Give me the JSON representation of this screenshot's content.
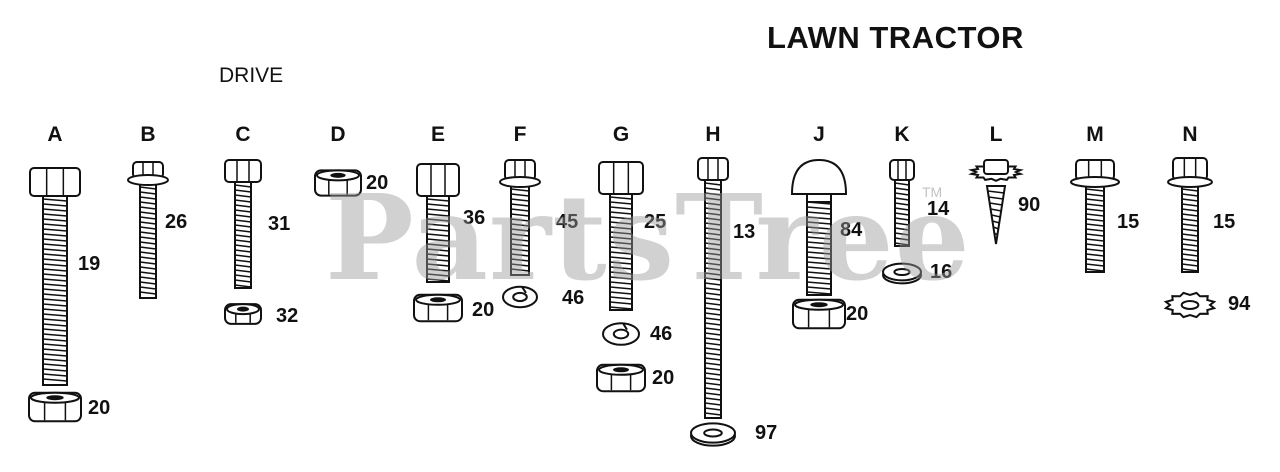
{
  "title": "LAWN TRACTOR",
  "subtitle": "DRIVE",
  "watermark": "PartsTree",
  "watermark_mark": "TM",
  "columns": [
    {
      "letter": "A",
      "parts": [
        {
          "type": "hex-bolt",
          "number": "19"
        },
        {
          "type": "nut",
          "number": "20"
        }
      ]
    },
    {
      "letter": "B",
      "parts": [
        {
          "type": "flange-bolt",
          "number": "26"
        }
      ]
    },
    {
      "letter": "C",
      "parts": [
        {
          "type": "hex-bolt",
          "number": "31"
        },
        {
          "type": "nut",
          "number": "32"
        }
      ]
    },
    {
      "letter": "D",
      "parts": [
        {
          "type": "nut",
          "number": "20"
        }
      ]
    },
    {
      "letter": "E",
      "parts": [
        {
          "type": "hex-bolt",
          "number": "36"
        },
        {
          "type": "nut",
          "number": "20"
        }
      ]
    },
    {
      "letter": "F",
      "parts": [
        {
          "type": "flange-bolt",
          "number": "45"
        },
        {
          "type": "lock-washer",
          "number": "46"
        }
      ]
    },
    {
      "letter": "G",
      "parts": [
        {
          "type": "hex-bolt",
          "number": "25"
        },
        {
          "type": "lock-washer",
          "number": "46"
        },
        {
          "type": "nut",
          "number": "20"
        }
      ]
    },
    {
      "letter": "H",
      "parts": [
        {
          "type": "hex-bolt",
          "number": "13"
        },
        {
          "type": "flat-washer",
          "number": "97"
        }
      ]
    },
    {
      "letter": "J",
      "parts": [
        {
          "type": "carriage-bolt",
          "number": "84"
        },
        {
          "type": "nut",
          "number": "20"
        }
      ]
    },
    {
      "letter": "K",
      "parts": [
        {
          "type": "hex-bolt",
          "number": "14"
        },
        {
          "type": "flat-washer",
          "number": "16"
        }
      ]
    },
    {
      "letter": "L",
      "parts": [
        {
          "type": "self-tapping-screw",
          "number": "90"
        }
      ]
    },
    {
      "letter": "M",
      "parts": [
        {
          "type": "flange-bolt",
          "number": "15"
        }
      ]
    },
    {
      "letter": "N",
      "parts": [
        {
          "type": "flange-bolt",
          "number": "15"
        },
        {
          "type": "star-washer",
          "number": "94"
        }
      ]
    }
  ]
}
